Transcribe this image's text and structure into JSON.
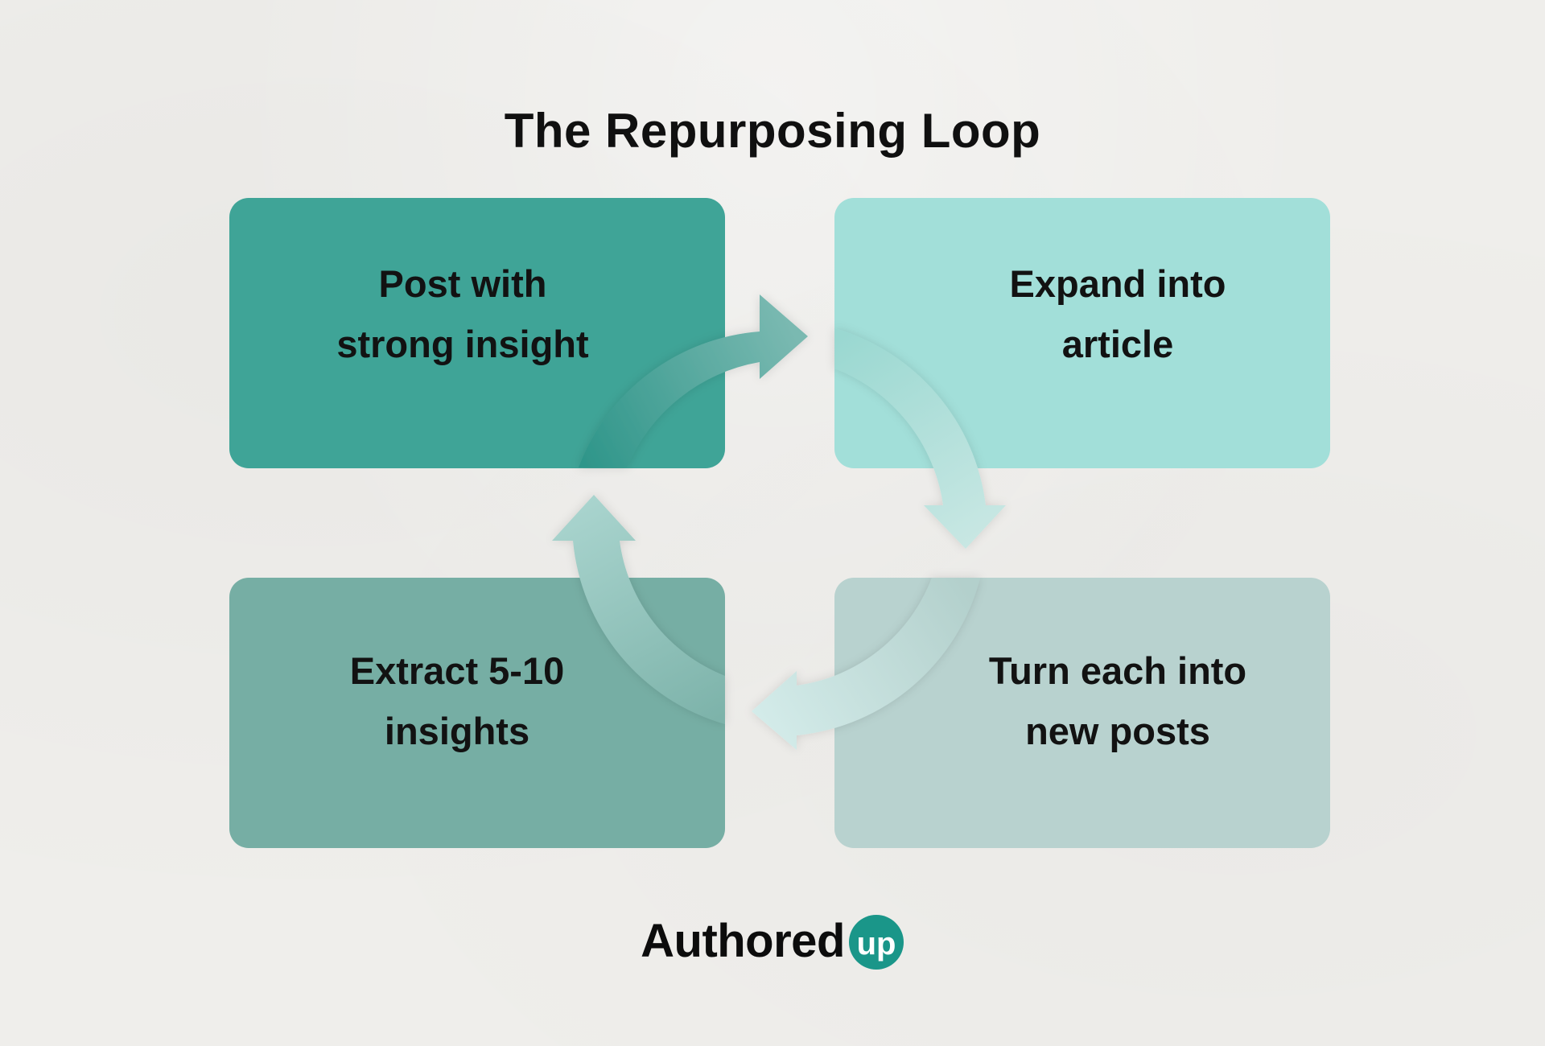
{
  "title": "The Repurposing Loop",
  "steps": [
    {
      "label": "Post with\nstrong insight",
      "color": "#3fa497"
    },
    {
      "label": "Expand into\narticle",
      "color": "#a2dfd9"
    },
    {
      "label": "Turn each into\nnew posts",
      "color": "#b8d2cf"
    },
    {
      "label": "Extract 5-10\ninsights",
      "color": "#76aea4"
    }
  ],
  "logo": {
    "text": "Authored",
    "badge_text": "up",
    "badge_color": "#1a9689"
  }
}
